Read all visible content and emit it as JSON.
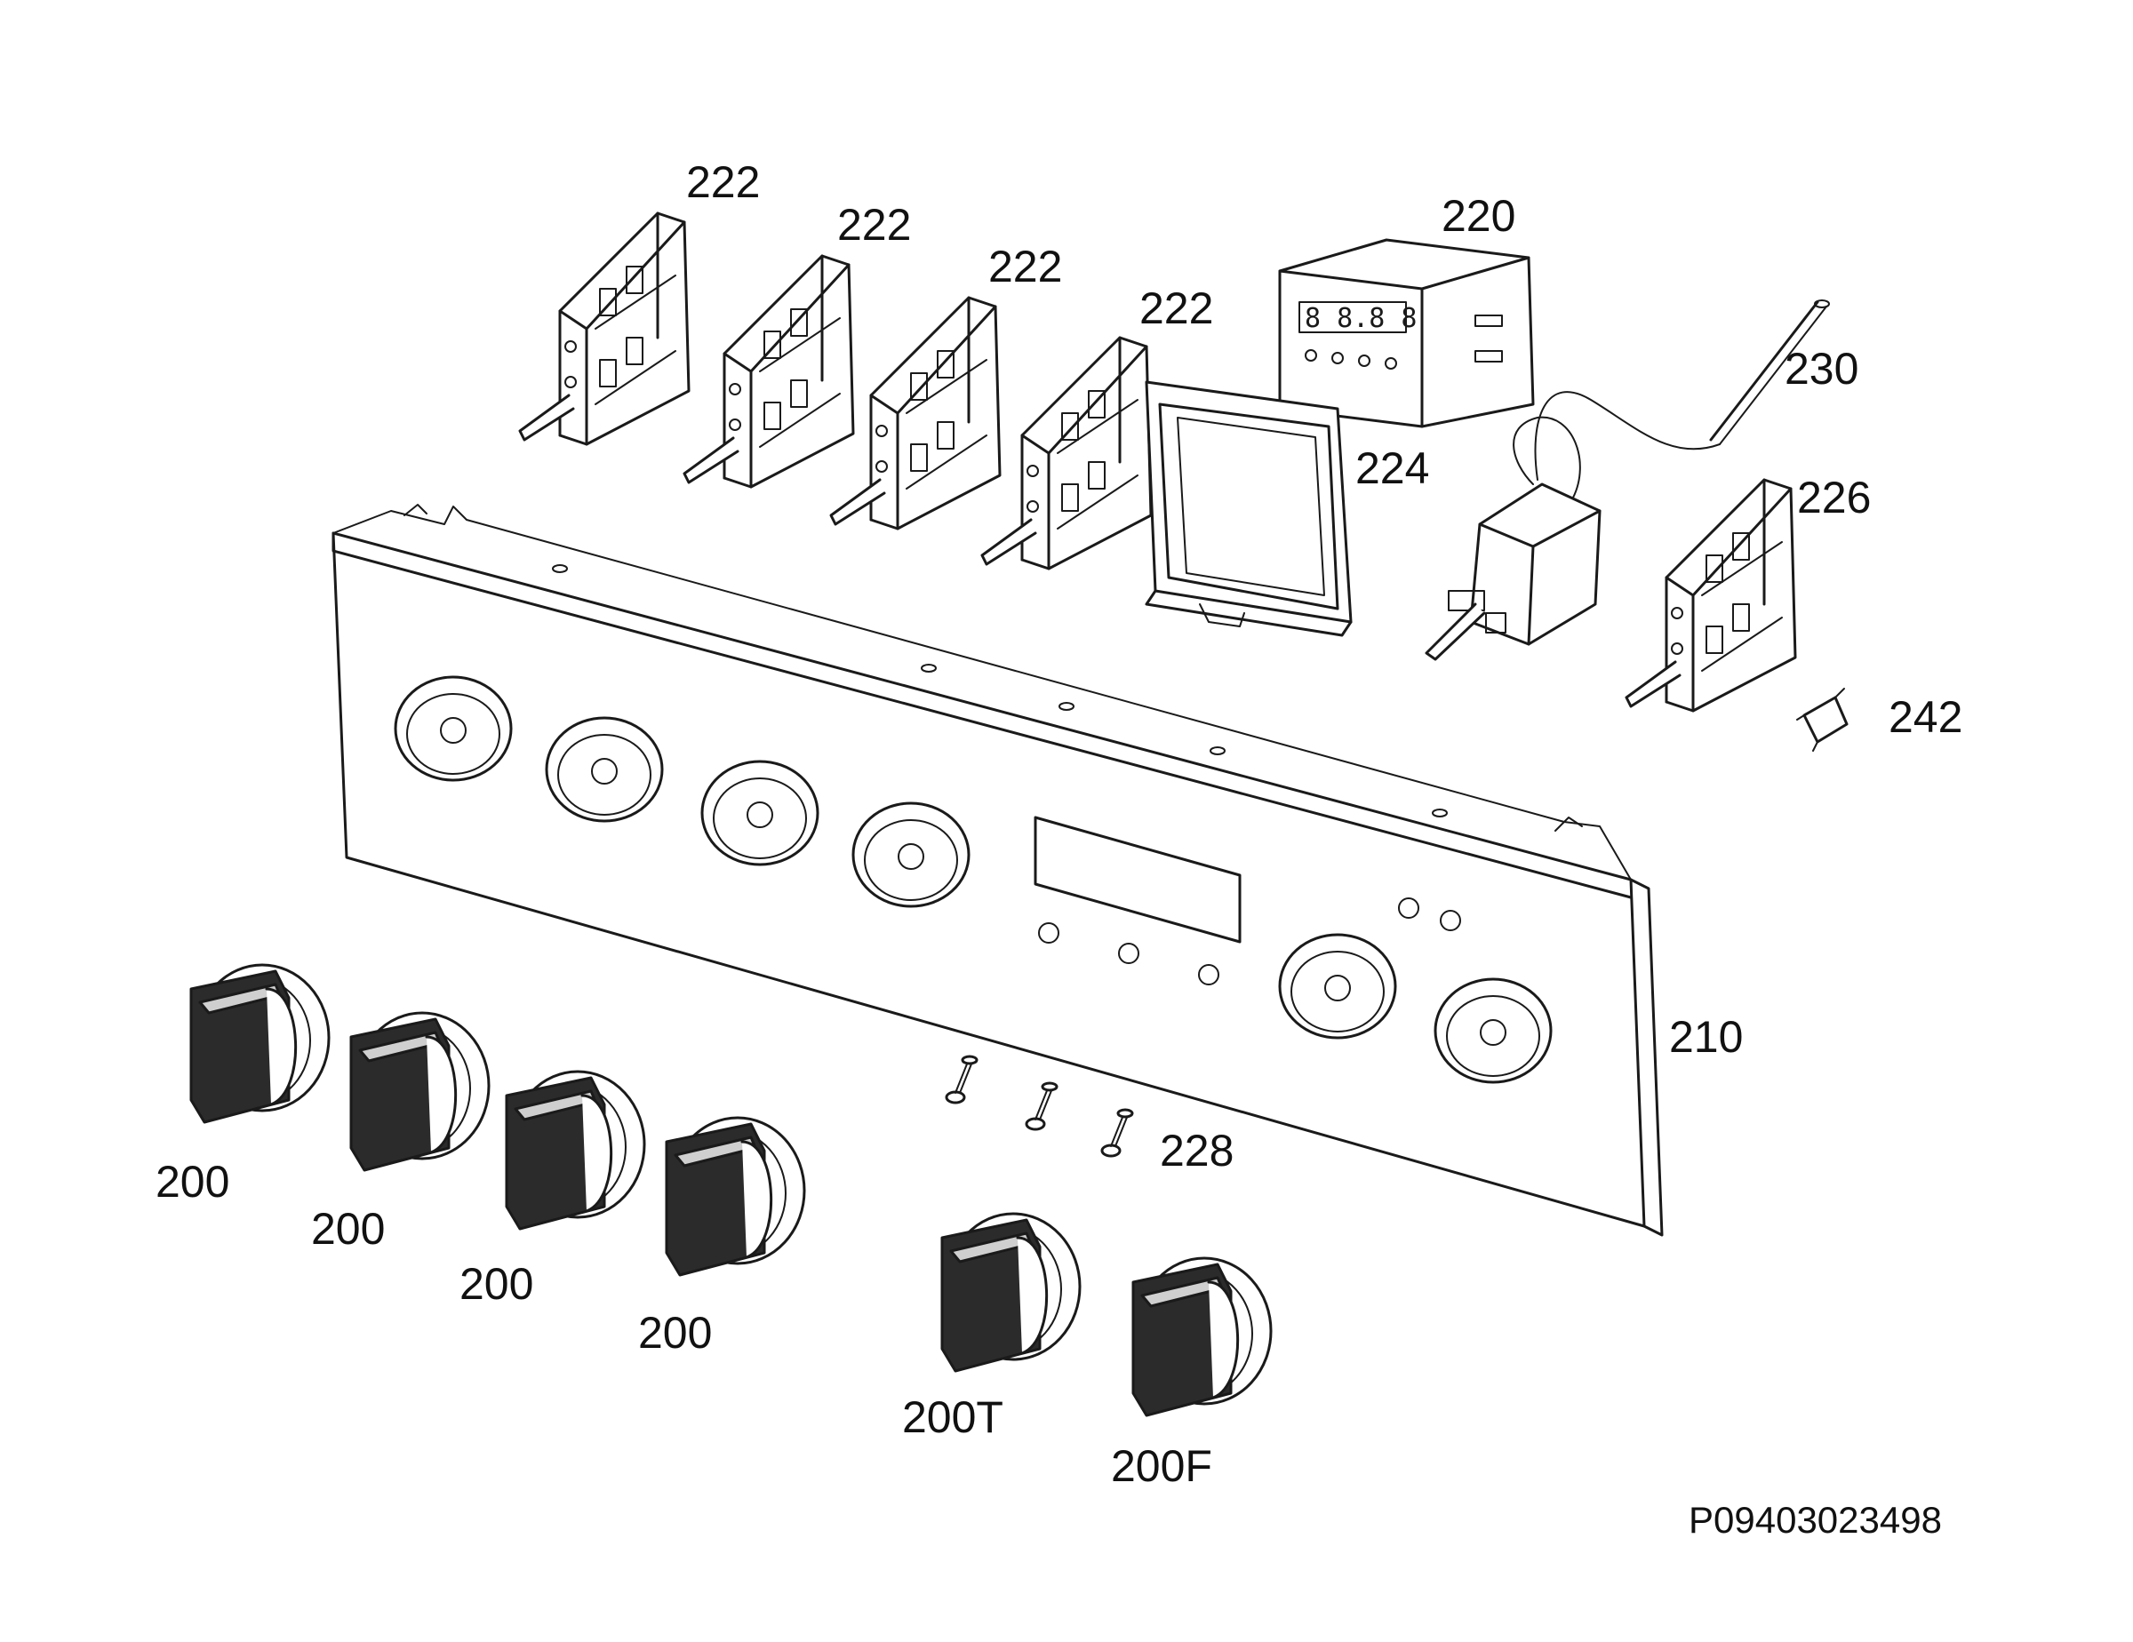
{
  "diagram": {
    "labels": {
      "switch_1": "222",
      "switch_2": "222",
      "switch_3": "222",
      "switch_4": "222",
      "timer": "220",
      "timer_frame": "224",
      "thermostat": "230",
      "selector_switch": "226",
      "lamp": "242",
      "control_panel": "210",
      "screws": "228",
      "knob_1": "200",
      "knob_2": "200",
      "knob_3": "200",
      "knob_4": "200",
      "knob_thermostat": "200T",
      "knob_function": "200F"
    },
    "drawing_code": "P09403023498"
  }
}
